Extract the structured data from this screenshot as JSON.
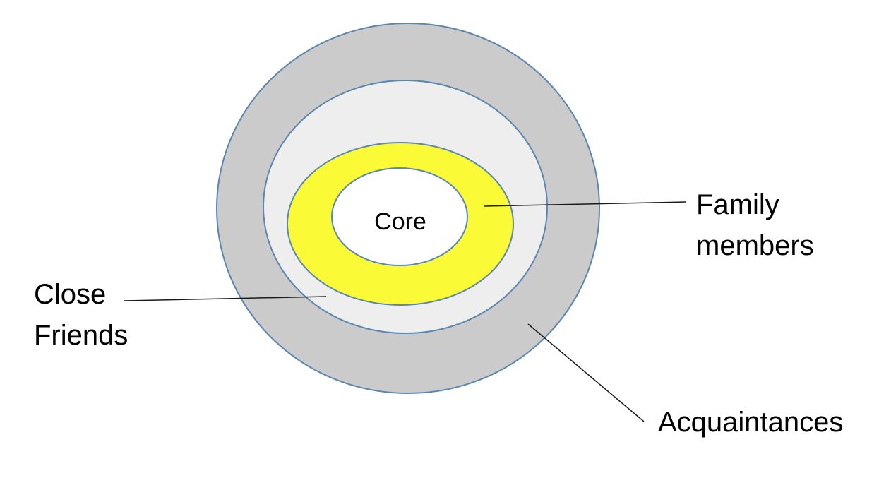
{
  "diagram": {
    "rings": [
      {
        "name": "Acquaintances",
        "fill": "#cbcbcb"
      },
      {
        "name": "Close Friends",
        "fill": "#eeeeee"
      },
      {
        "name": "Family members",
        "fill": "#fafa36"
      },
      {
        "name": "Core",
        "fill": "#ffffff"
      }
    ],
    "stroke_color": "#5b86b0",
    "leader_color": "#1a1a1a",
    "labels": {
      "core": "Core",
      "family_line1": "Family",
      "family_line2": "members",
      "close_line1": "Close",
      "close_line2": "Friends",
      "acquaintances": "Acquaintances"
    }
  }
}
